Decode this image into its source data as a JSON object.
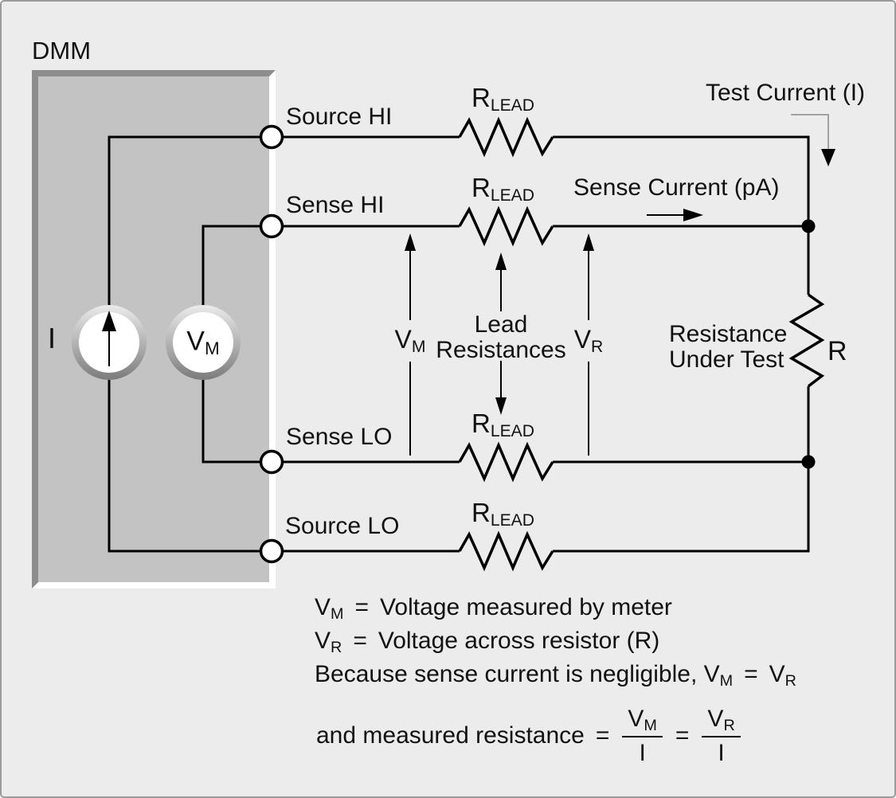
{
  "colors": {
    "background": "#ececec",
    "frame_border": "#9a9a9a",
    "dmm_box_fill": "#c3c3c3",
    "dmm_box_bevel_dark": "#8d8d8d",
    "dmm_box_bevel_light": "#ffffff",
    "wire": "#000000",
    "text": "#111111",
    "annotation_line": "#888888"
  },
  "dmm": {
    "title": "DMM",
    "current_source_label": "I",
    "voltmeter": {
      "main": "V",
      "sub": "M"
    }
  },
  "terminals": [
    {
      "label": "Source HI"
    },
    {
      "label": "Sense HI"
    },
    {
      "label": "Sense LO"
    },
    {
      "label": "Source LO"
    }
  ],
  "resistor_labels": {
    "r_lead": {
      "main": "R",
      "sub": "LEAD"
    },
    "r": "R"
  },
  "annotations": {
    "test_current": "Test Current (I)",
    "sense_current": "Sense Current (pA)",
    "vm": {
      "main": "V",
      "sub": "M"
    },
    "vr": {
      "main": "V",
      "sub": "R"
    },
    "lead_resistances": {
      "line1": "Lead",
      "line2": "Resistances"
    },
    "resistance_under_test": {
      "line1": "Resistance",
      "line2": "Under Test"
    }
  },
  "equations": {
    "line1": {
      "sym": "V",
      "sym_sub": "M",
      "eq": "=",
      "text": "Voltage measured by meter"
    },
    "line2": {
      "sym": "V",
      "sym_sub": "R",
      "eq": "=",
      "text": "Voltage across resistor (R)"
    },
    "line3": {
      "pre": "Because sense current is negligible, V",
      "sub1": "M",
      "eq": "=",
      "mid": "V",
      "sub2": "R"
    },
    "line4": {
      "text": "and measured resistance",
      "eq1": "=",
      "frac1": {
        "num": "V",
        "num_sub": "M",
        "den": "I"
      },
      "eq2": "=",
      "frac2": {
        "num": "V",
        "num_sub": "R",
        "den": "I"
      }
    }
  }
}
